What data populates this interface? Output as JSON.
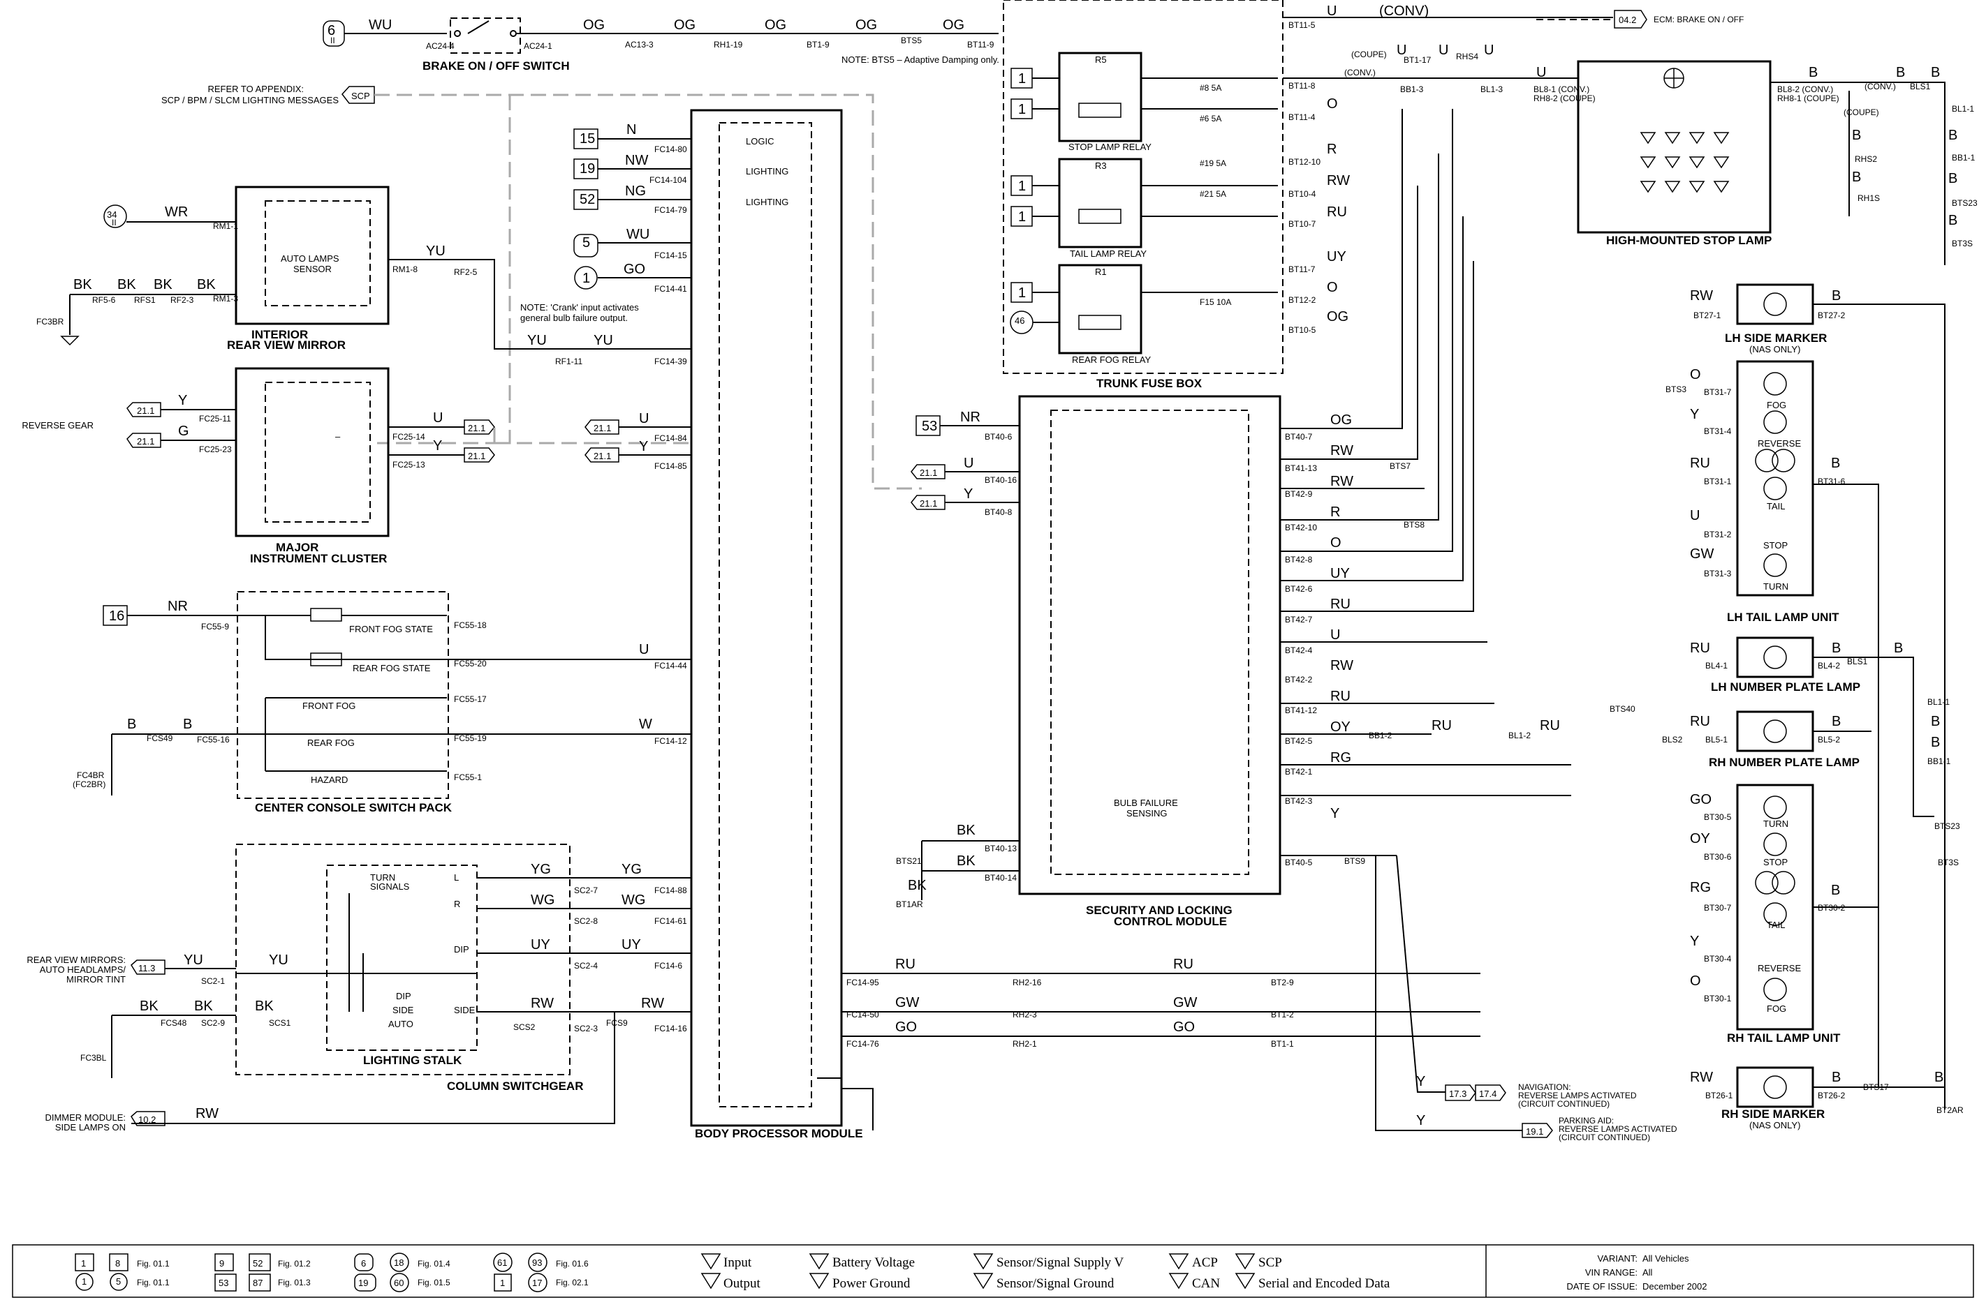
{
  "components": {
    "brake_switch": "BRAKE ON / OFF SWITCH",
    "mirror": [
      "INTERIOR",
      "REAR VIEW MIRROR"
    ],
    "mirror_sensor": [
      "AUTO LAMPS",
      "SENSOR"
    ],
    "cluster": [
      "MAJOR",
      "INSTRUMENT CLUSTER"
    ],
    "console": "CENTER CONSOLE SWITCH PACK",
    "lighting_stalk": "LIGHTING STALK",
    "column_switchgear": "COLUMN SWITCHGEAR",
    "bpm": "BODY PROCESSOR MODULE",
    "trunk_fuse_box": "TRUNK FUSE BOX",
    "sclm": [
      "SECURITY AND LOCKING",
      "CONTROL MODULE"
    ],
    "hmsl": "HIGH-MOUNTED STOP LAMP",
    "lh_side_marker": [
      "LH SIDE MARKER",
      "(NAS ONLY)"
    ],
    "lh_tail": "LH TAIL LAMP UNIT",
    "lh_plate": "LH NUMBER PLATE LAMP",
    "rh_plate": "RH NUMBER PLATE LAMP",
    "rh_tail": "RH TAIL LAMP UNIT",
    "rh_side_marker": [
      "RH SIDE MARKER",
      "(NAS ONLY)"
    ],
    "stop_relay": "STOP LAMP RELAY",
    "tail_relay": "TAIL LAMP RELAY",
    "fog_relay": "REAR FOG RELAY",
    "bulb_failure": [
      "BULB FAILURE",
      "SENSING"
    ]
  },
  "notes": {
    "crank": [
      "NOTE:  'Crank' input activates",
      "general bulb failure output."
    ],
    "bts5": "NOTE: BTS5 – Adaptive Damping only.",
    "scp_ref": [
      "REFER TO APPENDIX:",
      "SCP / BPM / SLCM LIGHTING MESSAGES"
    ],
    "ecm": "ECM: BRAKE ON / OFF",
    "reverse_gear": "REVERSE GEAR",
    "rvm": [
      "REAR VIEW MIRRORS:",
      "AUTO HEADLAMPS/",
      "MIRROR TINT"
    ],
    "dimmer": [
      "DIMMER MODULE:",
      "SIDE LAMPS ON"
    ],
    "nav": [
      "NAVIGATION:",
      "REVERSE LAMPS ACTIVATED",
      "(CIRCUIT CONTINUED)"
    ],
    "parking": [
      "PARKING AID:",
      "REVERSE LAMPS ACTIVATED",
      "(CIRCUIT CONTINUED)"
    ]
  },
  "console_items": [
    "FRONT FOG STATE",
    "REAR FOG STATE",
    "FRONT FOG",
    "REAR FOG",
    "HAZARD"
  ],
  "bpm_pins": [
    "LOGIC",
    "LIGHTING",
    "LIGHTING"
  ],
  "lamps": {
    "lh_tail": [
      "FOG",
      "REVERSE",
      "TAIL",
      "STOP",
      "TURN"
    ],
    "rh_tail": [
      "TURN",
      "STOP",
      "TAIL",
      "REVERSE",
      "FOG"
    ]
  },
  "stalk": {
    "turn": [
      "TURN",
      "SIGNALS"
    ],
    "l": "L",
    "r": "R",
    "dip": "DIP",
    "dip2": "DIP",
    "side": "SIDE",
    "auto": "AUTO",
    "side2": "SIDE"
  },
  "legend": {
    "figs": [
      {
        "a": "1",
        "b": "8",
        "fig": "Fig. 01.1"
      },
      {
        "a": "1",
        "b": "5",
        "fig": "Fig. 01.1"
      },
      {
        "a": "9",
        "b": "52",
        "fig": "Fig. 01.2"
      },
      {
        "a": "53",
        "b": "87",
        "fig": "Fig. 01.3"
      },
      {
        "a": "6",
        "b": "18",
        "fig": "Fig. 01.4"
      },
      {
        "a": "19",
        "b": "60",
        "fig": "Fig. 01.5"
      },
      {
        "a": "61",
        "b": "93",
        "fig": "Fig. 01.6"
      },
      {
        "a": "1",
        "b": "17",
        "fig": "Fig. 02.1"
      }
    ],
    "symbols": [
      "Input",
      "Output",
      "Battery Voltage",
      "Power Ground",
      "Sensor/Signal Supply V",
      "Sensor/Signal Ground",
      "ACP",
      "CAN",
      "SCP",
      "Serial and Encoded Data"
    ],
    "variant_label": "VARIANT:",
    "variant": "All Vehicles",
    "vin_label": "VIN RANGE:",
    "vin": "All",
    "date_label": "DATE OF ISSUE:",
    "date": "December 2002"
  }
}
